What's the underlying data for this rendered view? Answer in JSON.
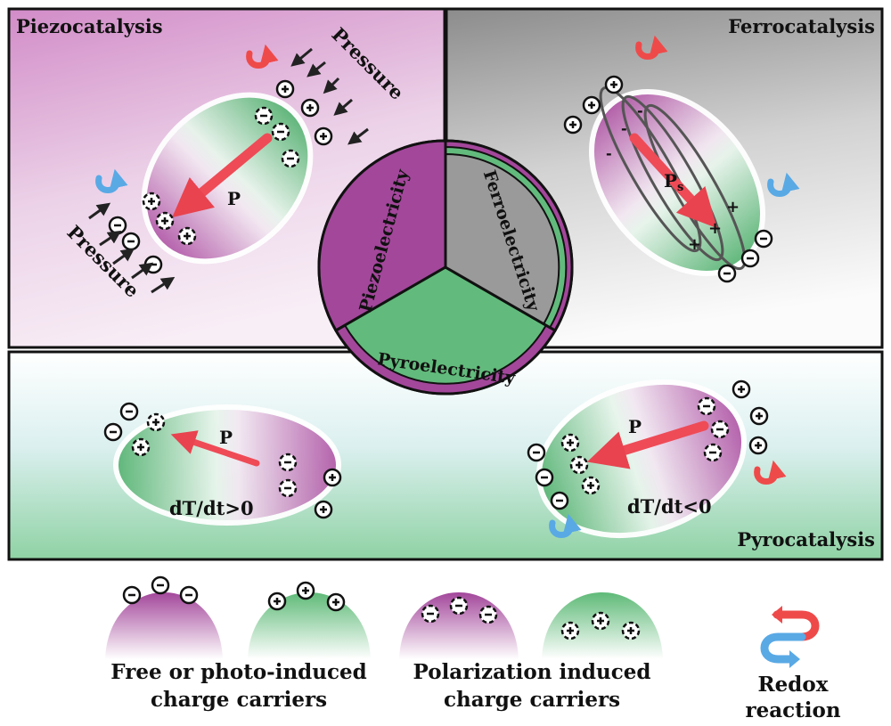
{
  "panels": {
    "piezo": {
      "title": "Piezocatalysis",
      "pressure": "Pressure",
      "p": "P"
    },
    "ferro": {
      "title": "Ferrocatalysis",
      "ps": "P",
      "ps_sub": "s"
    },
    "pyro": {
      "title": "Pyrocatalysis",
      "p": "P",
      "left_rate": "dT/dt>0",
      "right_rate": "dT/dt<0"
    }
  },
  "center": {
    "piezo": "Piezoelectricity",
    "ferro": "Ferroelectricity",
    "pyro": "Pyroelectricity"
  },
  "legend": {
    "free_line1": "Free or photo-induced",
    "free_line2": "charge carriers",
    "pol_line1": "Polarization induced",
    "pol_line2": "charge carriers",
    "redox_line1": "Redox",
    "redox_line2": "reaction"
  },
  "colors": {
    "purple": "#a3479b",
    "green": "#62bb7c",
    "gray": "#9a9a9a",
    "arrow_red": "#ee4b57",
    "redox_red": "#ef4a4a",
    "redox_blue": "#59a9e5"
  }
}
